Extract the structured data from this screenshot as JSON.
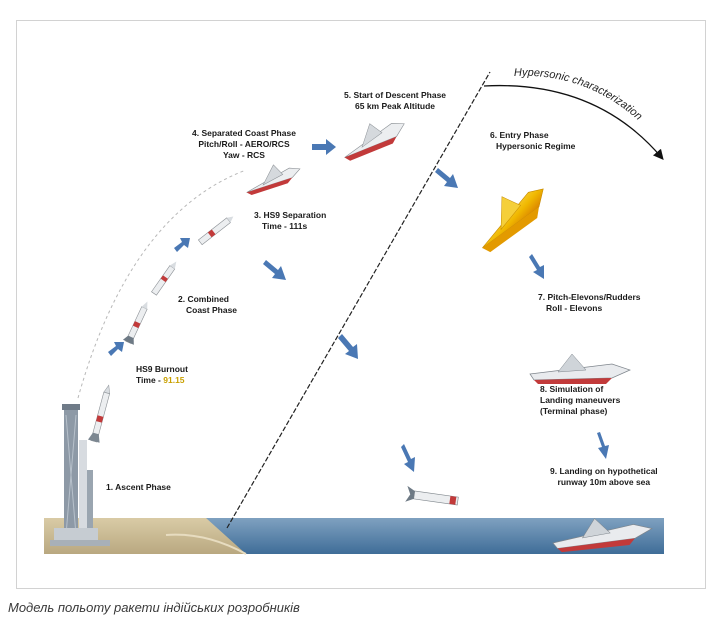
{
  "diagram": {
    "hypersonic_label": "Hypersonic characterization",
    "steps": {
      "ascent": "1. Ascent Phase",
      "burnout_l1": "HS9 Burnout",
      "burnout_l2": "Time - ",
      "burnout_time": "91.15",
      "combined_l1": "2. Combined",
      "combined_l2": "Coast Phase",
      "separation_l1": "3. HS9 Separation",
      "separation_l2": "Time - 111s",
      "sep_coast_l1": "4. Separated Coast Phase",
      "sep_coast_l2": "Pitch/Roll - AERO/RCS",
      "sep_coast_l3": "Yaw - RCS",
      "descent_l1": "5. Start of Descent Phase",
      "descent_l2": "65 km Peak Altitude",
      "entry_l1": "6. Entry Phase",
      "entry_l2": "Hypersonic Regime",
      "pitch_l1": "7. Pitch-Elevons/Rudders",
      "pitch_l2": "Roll - Elevons",
      "landing_sim_l1": "8. Simulation of",
      "landing_sim_l2": "Landing maneuvers",
      "landing_sim_l3": "(Terminal phase)",
      "landing_l1": "9. Landing on hypothetical",
      "landing_l2": "runway 10m above sea"
    },
    "colors": {
      "arrow": "#4a78b4",
      "sea": "#5e87ad",
      "shore": "#d8c9a2",
      "vehicle_body": "#e9ebee",
      "vehicle_red": "#c23a3a",
      "hot_vehicle": "#f2c20f"
    }
  },
  "caption": "Модель польоту ракети індійських розробників"
}
